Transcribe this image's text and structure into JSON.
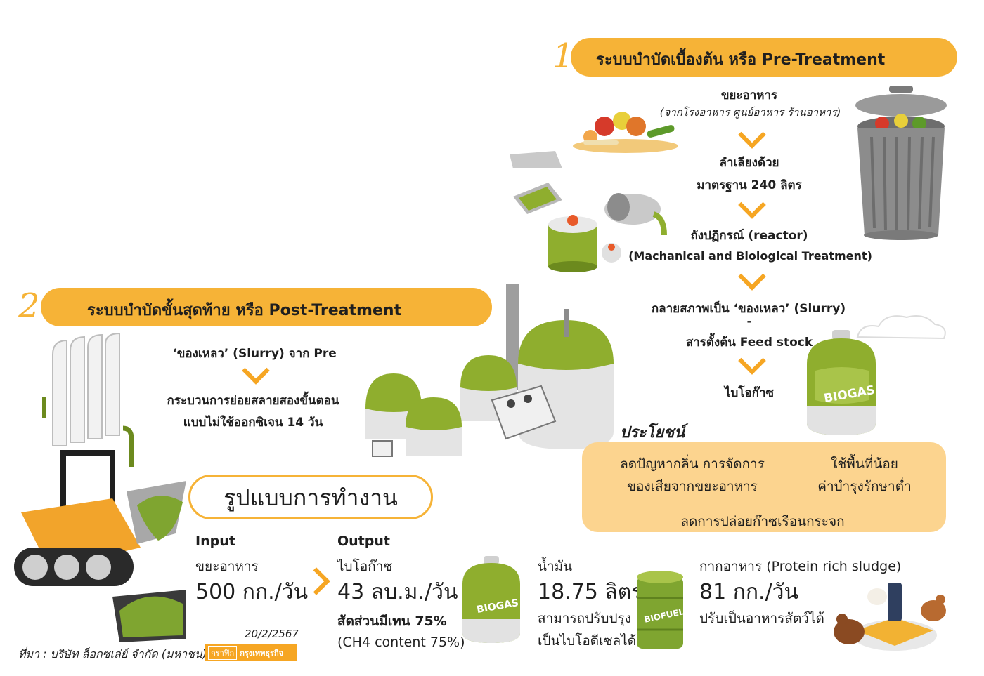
{
  "pretreatment": {
    "number": "1",
    "title": "ระบบบำบัดเบื้องต้น หรือ Pre-Treatment",
    "steps": {
      "waste": "ขยะอาหาร",
      "waste_source": "(จากโรงอาหาร ศูนย์อาหาร ร้านอาหาร)",
      "transport_1": "ลำเลียงด้วย",
      "transport_2": "มาตรฐาน 240 ลิตร",
      "reactor_1": "ถังปฏิกรณ์ (reactor)",
      "reactor_2": "(Machanical and Biological Treatment)",
      "slurry": "กลายสภาพเป็น ‘ของเหลว’ (Slurry)",
      "dash": "-",
      "feedstock": "สารตั้งต้น Feed stock",
      "biogas": "ไบโอก๊าซ"
    }
  },
  "posttreatment": {
    "number": "2",
    "title": "ระบบบำบัดขั้นสุดท้าย หรือ Post-Treatment",
    "step1": "‘ของเหลว’ (Slurry) จาก Pre",
    "step2_1": "กระบวนการย่อยสลายสองขั้นตอน",
    "step2_2": "แบบไม่ใช้ออกซิเจน 14 วัน"
  },
  "benefits": {
    "title": "ประโยชน์",
    "item1_line1": "ลดปัญหากลิ่น การจัดการ",
    "item1_line2": "ของเสียจากขยะอาหาร",
    "item2_line1": "ใช้พื้นที่น้อย",
    "item2_line2": "ค่าบำรุงรักษาต่ำ",
    "item3": "ลดการปล่อยก๊าซเรือนกระจก"
  },
  "workflow_title": "รูปแบบการทำงาน",
  "input": {
    "label": "Input",
    "name": "ขยะอาหาร",
    "value": "500 กก./วัน"
  },
  "output": {
    "label": "Output",
    "biogas_name": "ไบโอก๊าซ",
    "biogas_value": "43 ลบ.ม./วัน",
    "methane_ratio": "สัดส่วนมีเทน 75%",
    "ch4": "(CH4 content 75%)",
    "oil_name": "น้ำมัน",
    "oil_value": "18.75 ลิตร",
    "oil_note_1": "สามารถปรับปรุง",
    "oil_note_2": "เป็นไบโอดีเซลได้",
    "sludge_name": "กากอาหาร (Protein rich sludge)",
    "sludge_value": "81 กก./วัน",
    "sludge_note": "ปรับเป็นอาหารสัตว์ได้"
  },
  "tank_labels": {
    "biogas_big": "BIOGAS",
    "biogas_small": "BIOGAS",
    "biofuel": "BIOFUEL"
  },
  "footer": {
    "date": "20/2/2567",
    "source": "ที่มา : บริษัท ล็อกซเล่ย์ จำกัด (มหาชน)",
    "logo_1": "กราฟิก",
    "logo_2": "กรุงเทพธุรกิจ"
  },
  "colors": {
    "accent": "#f6b337",
    "green": "#8fae2e",
    "benefit_bg": "#fcd48f"
  }
}
